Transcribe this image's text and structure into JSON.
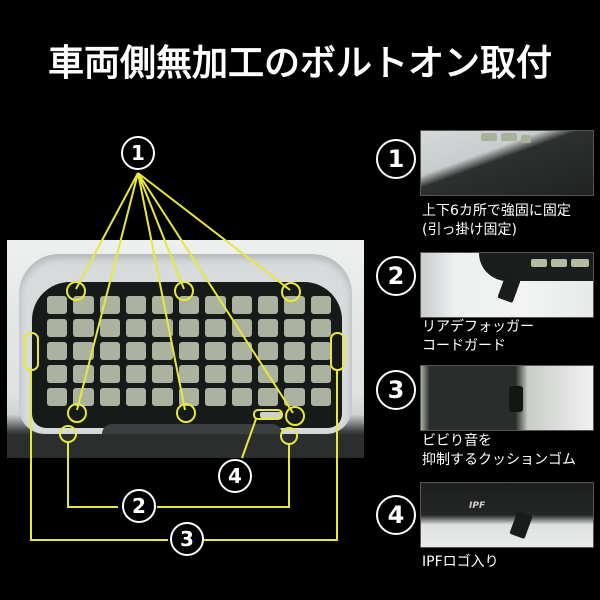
{
  "title": "車両側無加工のボルトオン取付",
  "colors": {
    "background": "#000000",
    "callout_line": "#e8e83a",
    "badge_border": "#ffffff",
    "mesh_window": "#b8c0ad",
    "panel": "#161a18"
  },
  "main_photo": {
    "callouts": [
      {
        "number": "①",
        "label": "bolt-point",
        "count": 6
      },
      {
        "number": "②",
        "label": "defogger-cord-guard",
        "count": 2
      },
      {
        "number": "③",
        "label": "cushion-rubber",
        "count": 2
      },
      {
        "number": "④",
        "label": "ipf-logo",
        "count": 1
      }
    ],
    "logo_text": "IPF"
  },
  "details": [
    {
      "number": "①",
      "lines": [
        "上下6カ所で強固に固定",
        "(引っ掛け固定)"
      ],
      "icon": "bolt-hook-photo"
    },
    {
      "number": "②",
      "lines": [
        "リアデフォッガー",
        "コードガード"
      ],
      "icon": "cord-guard-photo"
    },
    {
      "number": "③",
      "lines": [
        "ビビり音を",
        "抑制するクッションゴム"
      ],
      "icon": "cushion-rubber-photo"
    },
    {
      "number": "④",
      "lines": [
        "IPFロゴ入り"
      ],
      "icon": "ipf-logo-photo",
      "logo_text": "IPF"
    }
  ],
  "badges": {
    "b1": "1",
    "b2": "2",
    "b3": "3",
    "b4": "4"
  }
}
